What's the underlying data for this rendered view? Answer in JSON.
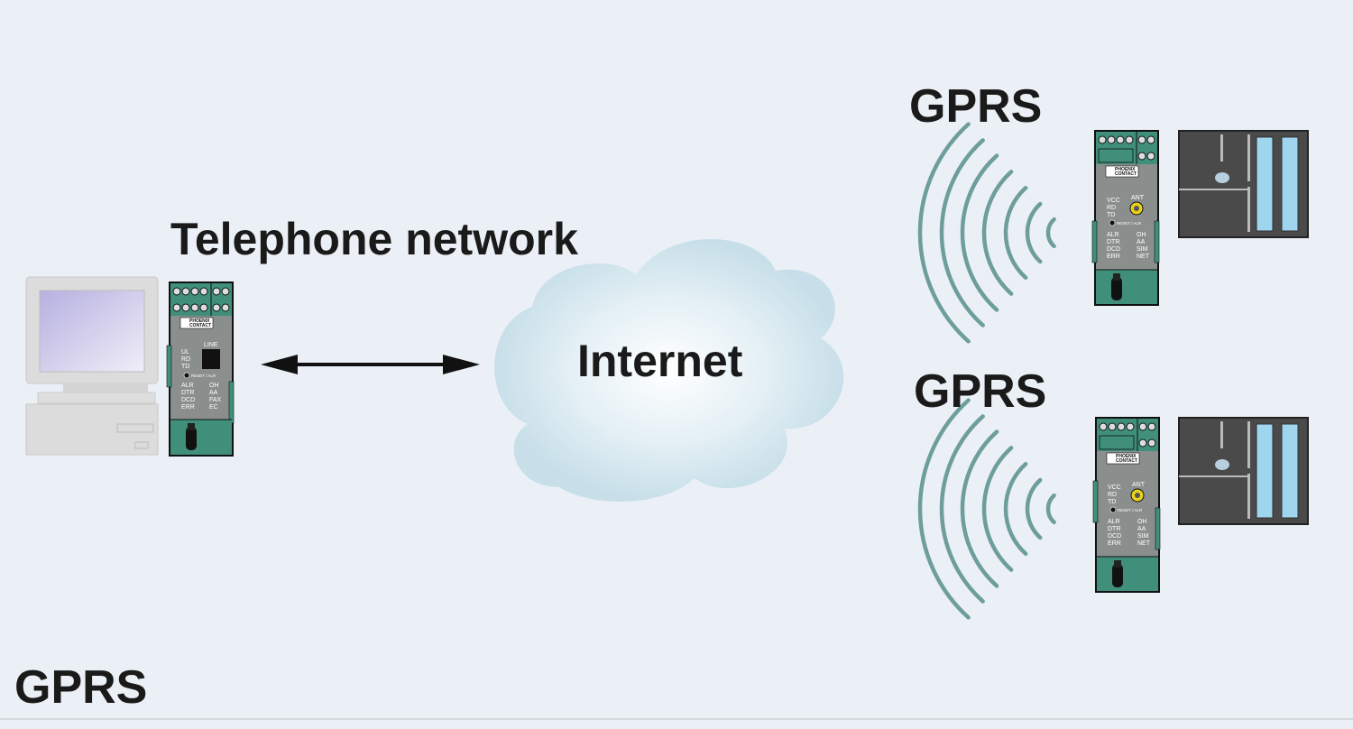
{
  "labels": {
    "telephone_network": "Telephone network",
    "internet": "Internet",
    "gprs_top": "GPRS",
    "gprs_middle": "GPRS",
    "gprs_bottom": "GPRS"
  },
  "modem_left": {
    "brand": [
      "PHOENIX",
      "CONTACT"
    ],
    "port": "LINE",
    "leds_left": [
      "UL",
      "RD",
      "TD"
    ],
    "reset": "RESET / ALR",
    "status_left": [
      "ALR",
      "DTR",
      "DCD",
      "ERR"
    ],
    "status_right": [
      "OH",
      "AA",
      "FAX",
      "EC"
    ]
  },
  "modem_gprs": {
    "brand": [
      "PHOENIX",
      "CONTACT"
    ],
    "port": "ANT",
    "leds_left": [
      "VCC",
      "RD",
      "TD"
    ],
    "reset": "RESET / ALR",
    "status_left": [
      "ALR",
      "DTR",
      "DCD",
      "ERR"
    ],
    "status_right": [
      "OH",
      "AA",
      "SIM",
      "NET"
    ]
  },
  "colors": {
    "background": "#ebf0f6",
    "cloud": "#c8dfe9",
    "waves": "#6e9e9b",
    "modem_body": "#8a8f8d",
    "modem_green": "#3f8f7a",
    "plc_body": "#4a4a4a",
    "plc_slot": "#9fd5ee"
  },
  "icons": [
    "computer-icon",
    "modem-icon",
    "cloud-icon",
    "radio-waves-icon",
    "plc-icon",
    "double-arrow-icon"
  ]
}
